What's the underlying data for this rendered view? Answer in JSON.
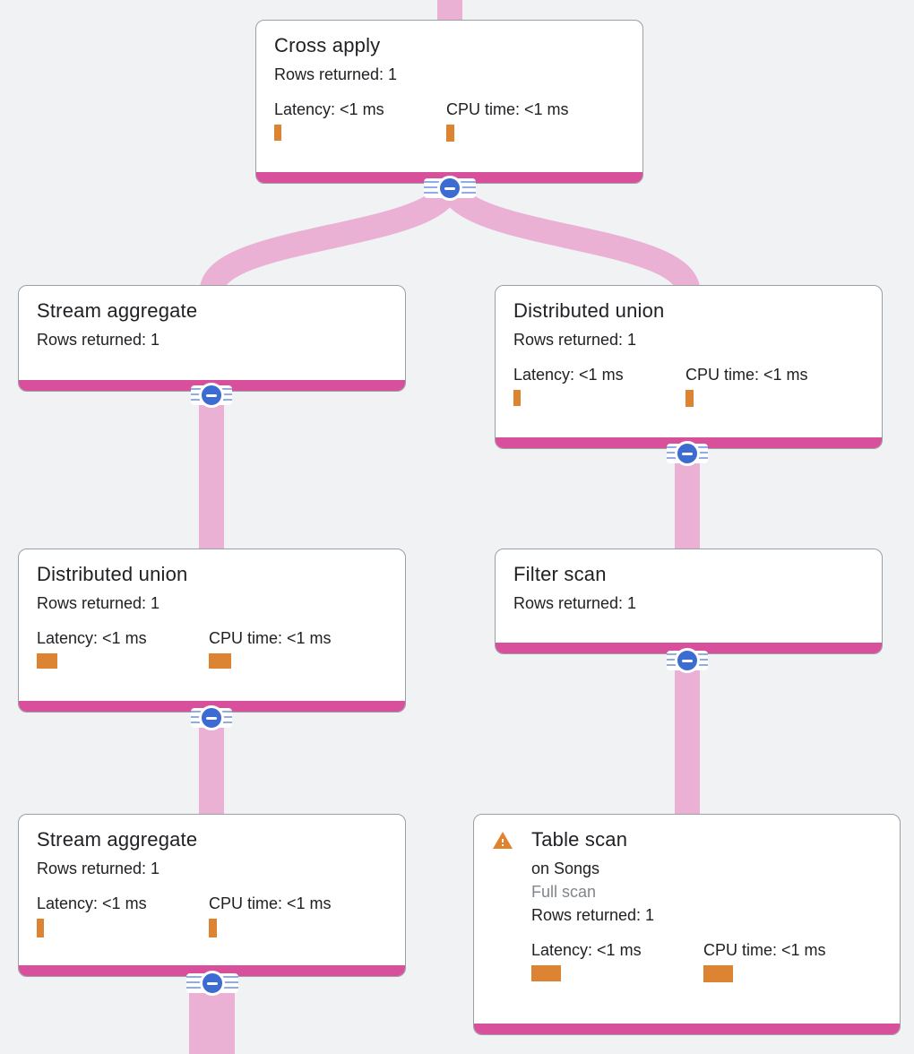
{
  "diagram": {
    "kind": "query-execution-plan-tree",
    "background": "#f0f2f4",
    "colors": {
      "card_bg": "#ffffff",
      "card_border": "#9aa0a6",
      "card_accent_bar": "#d84f9c",
      "edge": "#eab1d5",
      "expander_circle": "#3c6bd2",
      "expander_stripes": "#8face8",
      "metric_bar": "#dd8433",
      "warning_icon": "#e0832c",
      "title_text": "#202124",
      "body_text": "#202124",
      "muted_text": "#80868b"
    },
    "nodes": [
      {
        "title": "Cross apply",
        "rows": "Rows returned: 1",
        "latency": "Latency: <1 ms",
        "cpu": "CPU time: <1 ms"
      },
      {
        "title": "Stream aggregate",
        "rows": "Rows returned: 1"
      },
      {
        "title": "Distributed union",
        "rows": "Rows returned: 1",
        "latency": "Latency: <1 ms",
        "cpu": "CPU time: <1 ms"
      },
      {
        "title": "Distributed union",
        "rows": "Rows returned: 1",
        "latency": "Latency: <1 ms",
        "cpu": "CPU time: <1 ms"
      },
      {
        "title": "Filter scan",
        "rows": "Rows returned: 1"
      },
      {
        "title": "Stream aggregate",
        "rows": "Rows returned: 1",
        "latency": "Latency: <1 ms",
        "cpu": "CPU time: <1 ms"
      },
      {
        "title": "Table scan",
        "on_table": "on Songs",
        "scan_type": "Full scan",
        "rows": "Rows returned: 1",
        "latency": "Latency: <1 ms",
        "cpu": "CPU time: <1 ms",
        "warning": "full-scan-warning"
      }
    ],
    "edges": [
      {
        "from": "parent-offscreen",
        "to": "Cross apply"
      },
      {
        "from": "Cross apply",
        "to": "Stream aggregate"
      },
      {
        "from": "Cross apply",
        "to": "Distributed union"
      },
      {
        "from": "Stream aggregate",
        "to": "Distributed union (left)"
      },
      {
        "from": "Distributed union (right)",
        "to": "Filter scan"
      },
      {
        "from": "Distributed union (left)",
        "to": "Stream aggregate (bottom)"
      },
      {
        "from": "Filter scan",
        "to": "Table scan"
      },
      {
        "from": "Stream aggregate (bottom)",
        "to": "child-offscreen"
      }
    ],
    "expander_tooltip": "Collapse"
  }
}
